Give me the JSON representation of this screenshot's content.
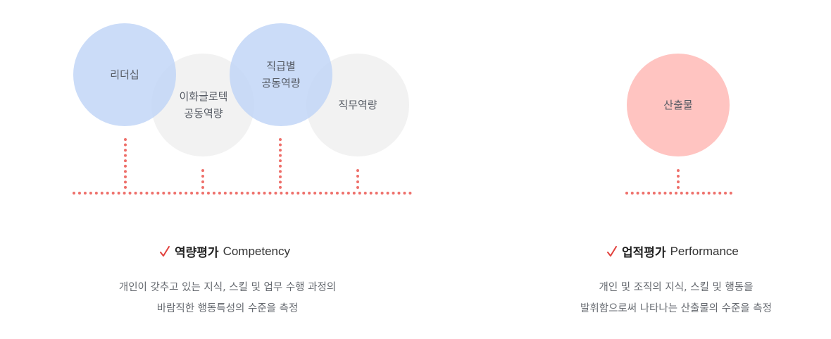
{
  "competency": {
    "circles": [
      {
        "label": "이화글로텍\n공동역량"
      },
      {
        "label": "직무역량"
      },
      {
        "label": "리더십"
      },
      {
        "label": "직급별\n공동역량"
      }
    ],
    "heading_kr": "역량평가",
    "heading_en": "Competency",
    "desc_line1": "개인이 갖추고 있는 지식, 스킬 및 업무 수행 과정의",
    "desc_line2": "바람직한 행동특성의 수준을 측정"
  },
  "performance": {
    "circle_label": "산출물",
    "heading_kr": "업적평가",
    "heading_en": "Performance",
    "desc_line1": "개인 및 조직의 지식, 스킬 및 행동을",
    "desc_line2": "발휘함으로써 나타나는 산출물의 수준을 측정"
  },
  "colors": {
    "accent_red": "#ee6f6a",
    "circle_blue": "#bfd4f7",
    "circle_gray": "#f2f2f2",
    "circle_pink": "#ffc4c1"
  }
}
